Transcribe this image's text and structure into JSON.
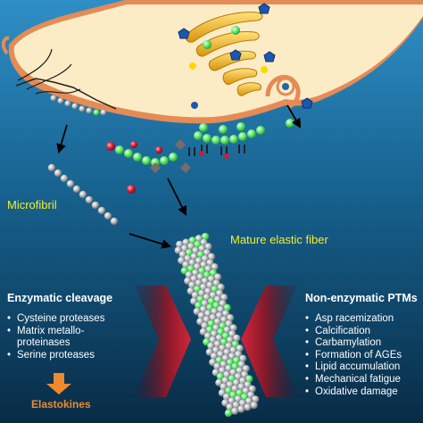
{
  "labels": {
    "microfibril": "Microfibril",
    "mature_fiber": "Mature elastic fiber",
    "elastokines": "Elastokines"
  },
  "enzymatic": {
    "title": "Enzymatic cleavage",
    "items": [
      "Cysteine proteases",
      "Matrix metallo-",
      "proteinases",
      "Serine proteases"
    ]
  },
  "non_enzymatic": {
    "title": "Non-enzymatic PTMs",
    "items": [
      "Asp racemization",
      "Calcification",
      "Carbamylation",
      "Formation of AGEs",
      "Lipid accumulation",
      "Mechanical fatigue",
      "Oxidative damage"
    ]
  },
  "colors": {
    "background": "#0b3a5a",
    "cell_cytoplasm": "#fbecc6",
    "membrane": "#e8905a",
    "label_yellow": "#f2ee2a",
    "arrow_orange": "#f08a2c",
    "golgi": "#f2b51c",
    "elastin_green": "#6ef07a"
  }
}
